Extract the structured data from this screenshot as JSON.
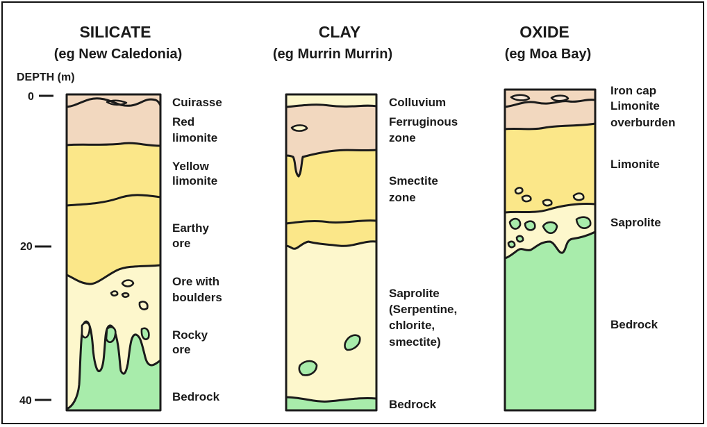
{
  "depth_axis": {
    "label": "DEPTH (m)",
    "ticks": [
      "0",
      "20",
      "40"
    ]
  },
  "columns": [
    {
      "title": "SILICATE",
      "example": "(eg New Caledonia)",
      "layers": [
        {
          "label": "Cuirasse",
          "color": "#f2d8bf"
        },
        {
          "label": "Red limonite",
          "color": "#f2d8bf"
        },
        {
          "label": "Yellow limonite",
          "color": "#fbe789"
        },
        {
          "label": "Earthy ore",
          "color": "#fbe789"
        },
        {
          "label": "Ore with boulders",
          "color": "#fdf7cc"
        },
        {
          "label": "Rocky ore",
          "color": "#fdf7cc"
        },
        {
          "label": "Bedrock",
          "color": "#a8ecab"
        }
      ]
    },
    {
      "title": "CLAY",
      "example": "(eg Murrin Murrin)",
      "layers": [
        {
          "label": "Colluvium",
          "color": "#fdf7cc"
        },
        {
          "label": "Ferruginous zone",
          "color": "#f2d8bf"
        },
        {
          "label": "Smectite zone",
          "color": "#fbe789"
        },
        {
          "label": "Saprolite (Serpentine, chlorite, smectite)",
          "color": "#fdf7cc"
        },
        {
          "label": "Bedrock",
          "color": "#a8ecab"
        }
      ]
    },
    {
      "title": "OXIDE",
      "example": "(eg Moa Bay)",
      "layers": [
        {
          "label": "Iron cap",
          "color": "#f2d8bf"
        },
        {
          "label": "Limonite overburden",
          "color": "#f2d8bf"
        },
        {
          "label": "Limonite",
          "color": "#fbe789"
        },
        {
          "label": "Saprolite",
          "color": "#fdf7cc"
        },
        {
          "label": "Bedrock",
          "color": "#a8ecab"
        }
      ]
    }
  ],
  "labels": {
    "silicate": [
      "Cuirasse",
      "Red",
      "limonite",
      "Yellow",
      "limonite",
      "Earthy",
      "ore",
      "Ore with",
      "boulders",
      "Rocky",
      "ore",
      "Bedrock"
    ],
    "clay": [
      "Colluvium",
      "Ferruginous",
      "zone",
      "Smectite",
      "zone",
      "Saprolite",
      "(Serpentine,",
      "chlorite,",
      "smectite)",
      "Bedrock"
    ],
    "oxide": [
      "Iron cap",
      "Limonite",
      "overburden",
      "Limonite",
      "Saprolite",
      "Bedrock"
    ]
  },
  "colors": {
    "peach": "#f2d8bf",
    "yellow": "#fbe789",
    "pale_yellow": "#fdf7cc",
    "green": "#a8ecab",
    "outline": "#1b1b1b"
  }
}
